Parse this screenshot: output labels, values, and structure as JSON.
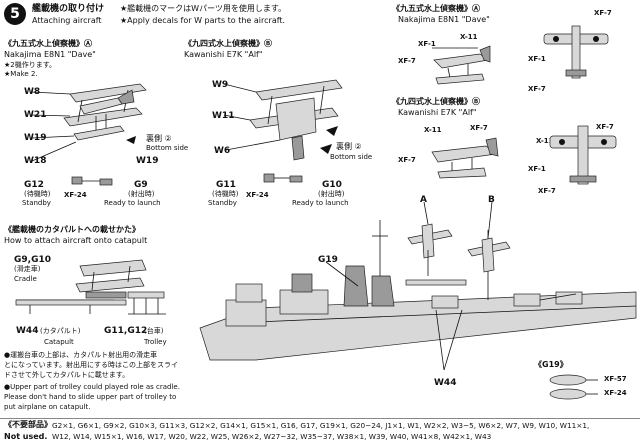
{
  "step": {
    "number": "5",
    "title_jp": "艦載機の取り付け",
    "title_en": "Attaching aircraft",
    "note1_jp": "★艦載機のマークはWパーツ用を使用します。",
    "note1_en": "★Apply decals for W parts to the aircraft."
  },
  "dave": {
    "title_jp": "《九五式水上偵察機》Ⓐ",
    "name_en": "Nakajima E8N1 \"Dave\"",
    "make_jp": "★2機作ります。",
    "make_en": "★Make 2.",
    "parts": [
      "W8",
      "W21",
      "W19",
      "W18",
      "W19"
    ],
    "ura_jp": "裏側 ②",
    "bottom": "Bottom side",
    "g12": "G12",
    "g12_jp": "(待機時)",
    "standby": "Standby",
    "g9": "G9",
    "g9_jp": "(射出時)",
    "ready": "Ready to launch",
    "xf": "XF-24"
  },
  "alf": {
    "title_jp": "《九四式水上偵察機》Ⓑ",
    "name_en": "Kawanishi E7K \"Alf\"",
    "parts": [
      "W9",
      "W11",
      "W6"
    ],
    "ura_jp": "裏側 ②",
    "bottom": "Bottom side",
    "g11": "G11",
    "g11_jp": "(待機時)",
    "standby": "Standby",
    "g10": "G10",
    "g10_jp": "(射出時)",
    "ready": "Ready to launch",
    "xf": "XF-24"
  },
  "decals_dave": {
    "title_jp": "《九五式水上偵察機》Ⓐ",
    "name_en": "Nakajima E8N1 \"Dave\"",
    "codes": [
      "XF-1",
      "X-11",
      "XF-7",
      "XF-7",
      "XF-1",
      "XF-7"
    ]
  },
  "decals_alf": {
    "title_jp": "《九四式水上偵察機》Ⓑ",
    "name_en": "Kawanishi E7K \"Alf\"",
    "codes": [
      "X-11",
      "XF-7",
      "XF-7",
      "XF-7",
      "X-11",
      "XF-1",
      "XF-7"
    ]
  },
  "catapult": {
    "title_jp": "《艦載機のカタパルトへの載せかた》",
    "title_en": "How to attach aircraft onto catapult",
    "g9g10": "G9,G10",
    "g9g10_jp": "(滑走車)",
    "cradle": "Cradle",
    "w44": "W44",
    "w44_jp": "(カタパルト)",
    "catapult": "Catapult",
    "g1112": "G11,G12",
    "g1112_jp": "(台車)",
    "trolley": "Trolley"
  },
  "ship": {
    "g19": "G19",
    "w44": "W44",
    "a": "A",
    "b": "B"
  },
  "notes": {
    "jp1": "●運搬台車の上部は、カタパルト射出用の滑走車",
    "jp2": "とになっています。射出用にする時はこの上部をスライ",
    "jp3": "ドさせて外してカタパルトに載せます。",
    "en1": "●Upper part of trolley could played role as cradle.",
    "en2": "Please don't hand to slide upper part of trolley to",
    "en3": "put airplane on catapult."
  },
  "g19_detail": {
    "title": "《G19》",
    "xf57": "XF-57",
    "xf24": "XF-24"
  },
  "unused": {
    "title_jp": "《不要部品》",
    "title_en": "Not used.",
    "line1": "G2×1, G6×1, G9×2, G10×3, G11×3, G12×2, G14×1, G15×1, G16, G17, G19×1, G20~24, J1×1, W1, W2×2, W3~5, W6×2, W7, W9, W10, W11×1,",
    "line2": "W12, W14, W15×1, W16, W17, W20, W22, W25, W26×2, W27~32, W35~37, W38×1, W39, W40, W41×8, W42×1, W43"
  }
}
